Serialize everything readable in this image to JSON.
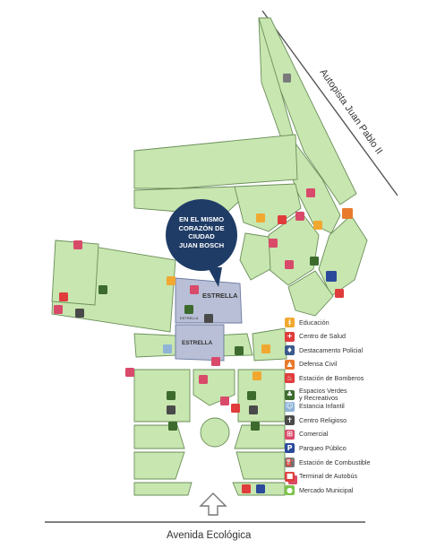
{
  "roads": {
    "highway": "Autopista Juan Pablo II",
    "avenue": "Avenida Ecológica"
  },
  "callout": {
    "lines": [
      "EN EL MISMO",
      "CORAZÓN DE",
      "CIUDAD",
      "JUAN BOSCH"
    ]
  },
  "places": {
    "estrella_main": "ESTRELLA",
    "estrella_second": "ESTRELLA",
    "estrella_small": "ESTRELLA"
  },
  "legend": [
    {
      "label": "Educación",
      "icon": "school-icon",
      "color": "#f0a830",
      "glyph": "ᚼ"
    },
    {
      "label": "Centro de Salud",
      "icon": "health-cross-icon",
      "color": "#e03c3c",
      "glyph": "+"
    },
    {
      "label": "Destacamento Policial",
      "icon": "police-icon",
      "color": "#3b5a8c",
      "glyph": "♦"
    },
    {
      "label": "Defensa Civil",
      "icon": "civil-defense-icon",
      "color": "#e87a2c",
      "glyph": "▲"
    },
    {
      "label": "Estación de Bomberos",
      "icon": "fire-station-icon",
      "color": "#e03c3c",
      "glyph": "♨"
    },
    {
      "label": "Espacios Verdes\ny Recreativos",
      "icon": "tree-icon",
      "color": "#3d6b2e",
      "glyph": "♣"
    },
    {
      "label": "Estancia Infantil",
      "icon": "nursery-icon",
      "color": "#8fb4d8",
      "glyph": "☺"
    },
    {
      "label": "Centro Religioso",
      "icon": "church-icon",
      "color": "#4a4a4a",
      "glyph": "✝"
    },
    {
      "label": "Comercial",
      "icon": "shopping-cart-icon",
      "color": "#d94a6a",
      "glyph": "⊞"
    },
    {
      "label": "Parqueo Público",
      "icon": "parking-icon",
      "color": "#2b4a9b",
      "glyph": "P"
    },
    {
      "label": "Estación de Combustible",
      "icon": "fuel-icon",
      "color": "#7a7a7a",
      "glyph": "⛽"
    },
    {
      "label": "Terminal de Autobús",
      "icon": "bus-icon",
      "color": "#e03c3c",
      "glyph": "■"
    },
    {
      "label": "Mercado Municipal",
      "icon": "market-icon",
      "color": "#7cc24a",
      "glyph": "●"
    }
  ],
  "colors": {
    "block": "#c8e6b0",
    "block_stroke": "#6b8f5a",
    "callout": "#1f3c66",
    "estrella": "#b8bfd6",
    "road_line": "#555555"
  }
}
